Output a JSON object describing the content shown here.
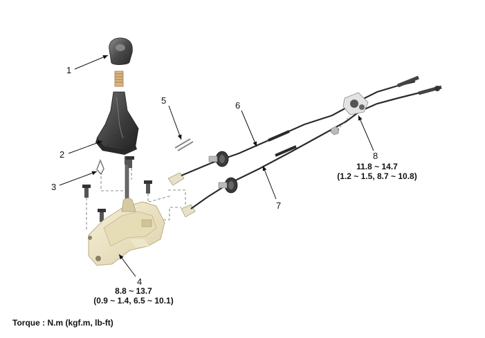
{
  "callouts": {
    "c1": "1",
    "c2": "2",
    "c3": "3",
    "c4": "4",
    "c5": "5",
    "c6": "6",
    "c7": "7",
    "c8": "8"
  },
  "torque_4": {
    "nm": "8.8 ~ 13.7",
    "alt": "(0.9 ~ 1.4, 6.5 ~ 10.1)"
  },
  "torque_8": {
    "nm": "11.8 ~ 14.7",
    "alt": "(1.2 ~ 1.5, 8.7 ~ 10.8)"
  },
  "caption": "Torque : N.m (kgf.m, lb-ft)",
  "colors": {
    "line": "#111111",
    "knob": "#4a4a4a",
    "boot": "#3c3c3c",
    "bracket": "#efe6c8",
    "bracket_edge": "#b9ad86",
    "spring": "#c8a070",
    "cable": "#2a2a2a"
  }
}
